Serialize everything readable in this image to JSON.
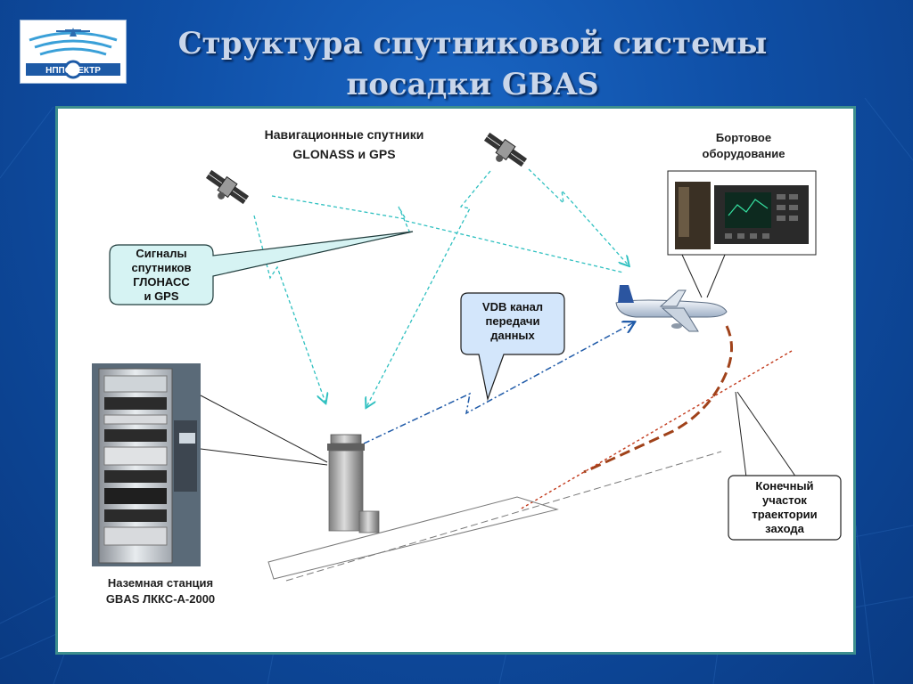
{
  "title": {
    "line1": "Структура спутниковой системы",
    "line2": "посадки GBAS"
  },
  "logo": {
    "text": "НППСПЕКТР"
  },
  "labels": {
    "satellites_line1": "Навигационные спутники",
    "satellites_line2": "GLONASS  и  GPS",
    "onboard_line1": "Бортовое",
    "onboard_line2": "оборудование",
    "ground_line1": "Наземная станция",
    "ground_line2": "GBAS ЛККС-А-2000"
  },
  "callouts": {
    "signals": [
      "Сигналы",
      "спутников",
      "ГЛОНАСС",
      "и GPS"
    ],
    "vdb": [
      "VDB канал",
      "передачи",
      "данных"
    ],
    "final": [
      "Конечный",
      "участок",
      "траектории",
      "захода"
    ]
  },
  "colors": {
    "background": "#0f4fa6",
    "title": "#c9d6ea",
    "panel_border": "#3d8e8e",
    "satellite_signal": "#2fc0c0",
    "vdb_link": "#1f5aa8",
    "trajectory": "#a0421a",
    "glide_path": "#c23a1c",
    "callout_signals_fill": "#d6f3f3",
    "callout_vdb_fill": "#d3e6fb"
  }
}
